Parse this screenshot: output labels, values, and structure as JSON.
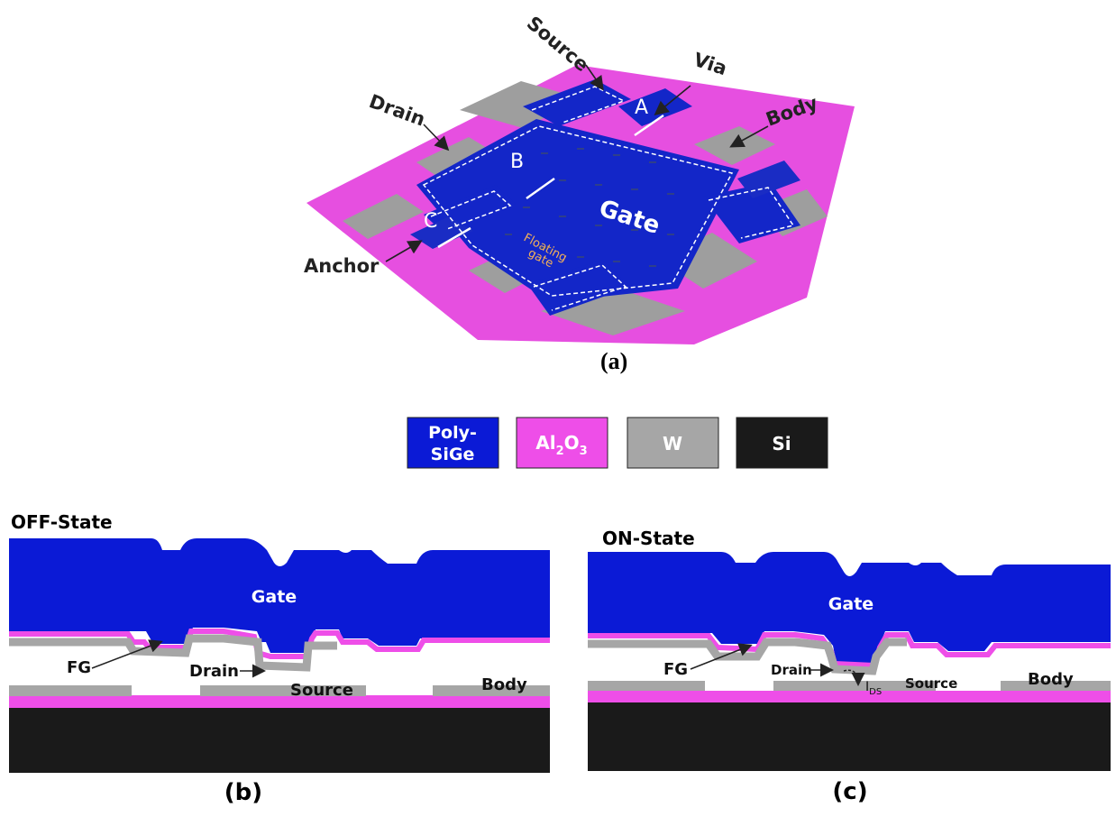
{
  "panel_a": {
    "caption": "(a)",
    "labels": {
      "source": "Source",
      "via": "Via",
      "drain": "Drain",
      "body": "Body",
      "gate": "Gate",
      "anchor": "Anchor",
      "floating_gate_line1": "Floating",
      "floating_gate_line2": "gate",
      "a": "A",
      "b": "B",
      "c": "C"
    }
  },
  "legend": {
    "items": [
      {
        "line1": "Poly-",
        "line2": "SiGe",
        "color": "#0b1ad6"
      },
      {
        "base": "Al",
        "sub1": "2",
        "mid": "O",
        "sub2": "3",
        "color": "#ee4ee8"
      },
      {
        "text": "W",
        "color": "#a6a6a6"
      },
      {
        "text": "Si",
        "color": "#1a1a1a"
      }
    ]
  },
  "panel_b": {
    "title": "OFF-State",
    "caption": "(b)",
    "labels": {
      "gate": "Gate",
      "fg": "FG",
      "drain": "Drain",
      "source": "Source",
      "body": "Body"
    }
  },
  "panel_c": {
    "title": "ON-State",
    "caption": "(c)",
    "labels": {
      "gate": "Gate",
      "fg": "FG",
      "drain": "Drain",
      "source": "Source",
      "body": "Body",
      "ids_main": "I",
      "ids_sub": "DS"
    }
  },
  "colors": {
    "poly_sige": "#0b1ad6",
    "al2o3": "#ee4ee8",
    "w": "#a6a6a6",
    "si": "#1a1a1a"
  }
}
